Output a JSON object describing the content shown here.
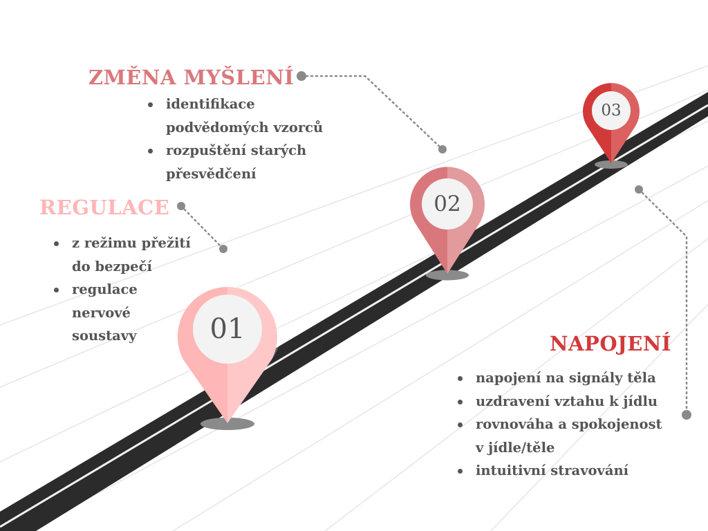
{
  "colors": {
    "road": "#2b2b2b",
    "road_line": "#f2f2f2",
    "pin_1": "#ffb6b6",
    "pin_2": "#d9787c",
    "pin_3": "#d23a3a",
    "connector": "#8a8a8a",
    "text": "#555555"
  },
  "pins": [
    {
      "number": "01"
    },
    {
      "number": "02"
    },
    {
      "number": "03"
    }
  ],
  "sections": {
    "regulace": {
      "title": "REGULACE",
      "items": [
        "z režimu přežití\ndo bezpečí",
        "regulace\nnervové\nsoustavy"
      ]
    },
    "zmena": {
      "title": "ZMĚNA MYŠLENÍ",
      "items": [
        "identifikace\npodvědomých vzorců",
        "rozpuštění starých\npřesvědčení"
      ]
    },
    "napojeni": {
      "title": "NAPOJENÍ",
      "items": [
        "napojení na signály těla",
        "uzdravení vztahu k jídlu",
        "rovnováha a spokojenost\nv jídle/těle",
        "intuitivní stravování"
      ]
    }
  }
}
